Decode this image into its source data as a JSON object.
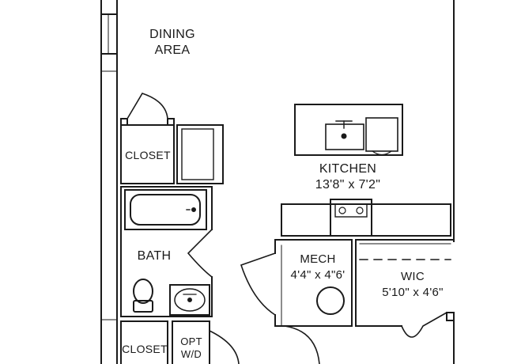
{
  "rooms": {
    "dining": {
      "line1": "DINING",
      "line2": "AREA"
    },
    "closet_upper": {
      "name": "CLOSET"
    },
    "kitchen": {
      "name": "KITCHEN",
      "dims": "13'8\" x 7'2\""
    },
    "bath": {
      "name": "BATH"
    },
    "mech": {
      "name": "MECH",
      "dims": "4'4\" x 4\"6'"
    },
    "wic": {
      "name": "WIC",
      "dims": "5'10\" x 4'6\""
    },
    "closet_lower": {
      "name": "CLOSET"
    },
    "opt_wd": {
      "line1": "OPT",
      "line2": "W/D"
    }
  },
  "colors": {
    "wall": "#1a1a1a",
    "fill": "#ffffff"
  }
}
